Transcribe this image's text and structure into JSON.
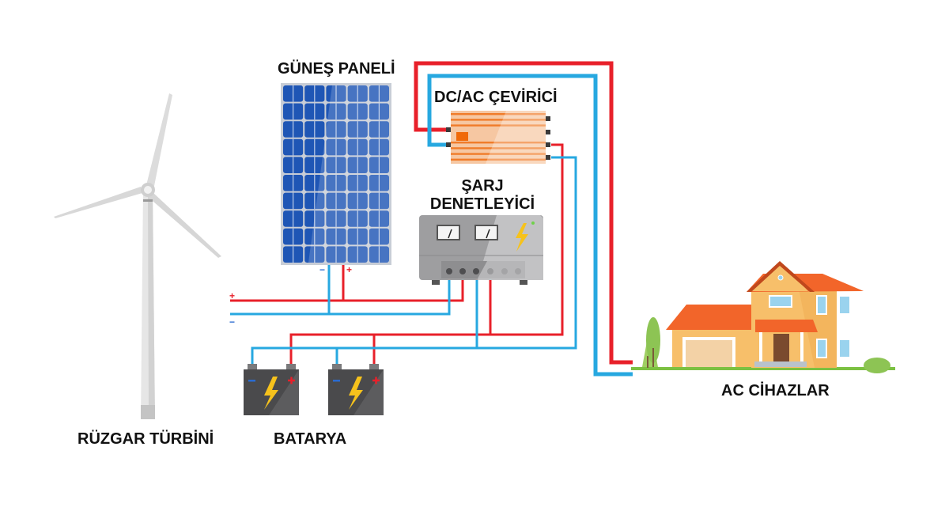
{
  "diagram": {
    "title": "Hibrit rüzgar-güneş enerji sistemi",
    "components": {
      "solar_panel": {
        "label": "GÜNEŞ PANELİ",
        "neg": "−",
        "pos": "+"
      },
      "inverter": {
        "label": "DC/AC ÇEVİRİCİ"
      },
      "charge_controller": {
        "label_line1": "ŞARJ",
        "label_line2": "DENETLEYİCİ"
      },
      "wind_turbine": {
        "label": "RÜZGAR TÜRBİNİ",
        "pos": "+",
        "neg": "−"
      },
      "battery": {
        "label": "BATARYA",
        "count": 2,
        "neg": "−",
        "pos": "+"
      },
      "ac_loads": {
        "label": "AC CİHAZLAR"
      }
    },
    "colors": {
      "positive_wire": "#e8202a",
      "negative_wire": "#27a8e0",
      "panel_blue": "#1f56b5",
      "inverter_orange": "#f07c2a",
      "roof_orange": "#f2652a",
      "wall_yellow": "#f7bf6a",
      "battery_dark": "#4a4a4c",
      "bolt_yellow": "#f6c21c",
      "grass_green": "#7cc142"
    },
    "connections": [
      {
        "from": "wind_turbine",
        "to": "charge_controller",
        "polarity": "+"
      },
      {
        "from": "wind_turbine",
        "to": "charge_controller",
        "polarity": "-"
      },
      {
        "from": "solar_panel",
        "to": "charge_controller",
        "polarity": "+"
      },
      {
        "from": "solar_panel",
        "to": "charge_controller",
        "polarity": "-"
      },
      {
        "from": "charge_controller",
        "to": "battery",
        "polarity": "+"
      },
      {
        "from": "charge_controller",
        "to": "battery",
        "polarity": "-"
      },
      {
        "from": "battery",
        "to": "inverter",
        "polarity": "+"
      },
      {
        "from": "battery",
        "to": "inverter",
        "polarity": "-"
      },
      {
        "from": "inverter",
        "to": "ac_loads",
        "polarity": "+"
      },
      {
        "from": "inverter",
        "to": "ac_loads",
        "polarity": "-"
      }
    ]
  }
}
